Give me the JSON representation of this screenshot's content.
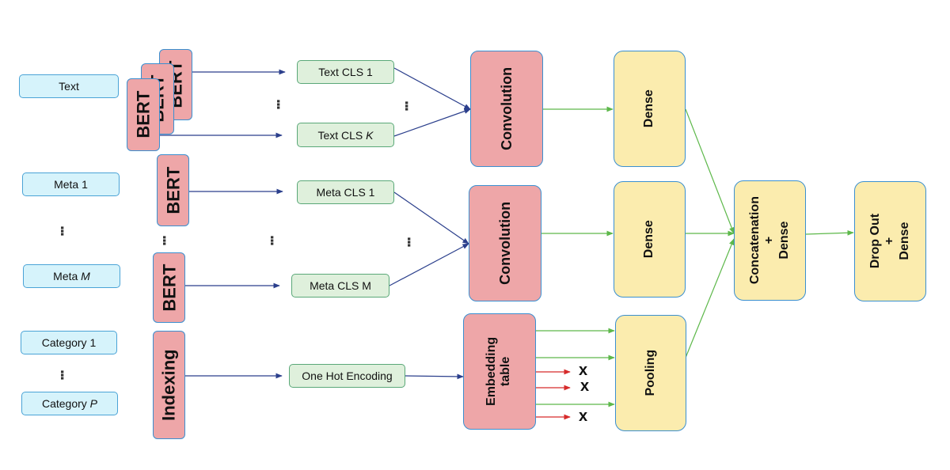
{
  "inputs": {
    "text": "Text",
    "meta_first": "Meta 1",
    "meta_last_prefix": "Meta",
    "meta_last_var": "M",
    "cat_first": "Category 1",
    "cat_last_prefix": "Category",
    "cat_last_var": "P"
  },
  "encoders": {
    "bert": "BERT",
    "indexing": "Indexing"
  },
  "cls": {
    "text_first": "Text CLS 1",
    "text_last_prefix": "Text CLS",
    "text_last_var": "K",
    "meta_first": "Meta CLS 1",
    "meta_last": "Meta CLS M",
    "one_hot": "One Hot Encoding"
  },
  "processing": {
    "convolution": "Convolution",
    "embedding_line1": "Embedding",
    "embedding_line2": "table",
    "dense": "Dense",
    "pooling": "Pooling"
  },
  "fusion": {
    "concat_line1": "Concatenation",
    "plus": "+",
    "concat_line2": "Dense",
    "dropout_line1": "Drop Out",
    "dropout_line2": "Dense"
  },
  "ellipsis": "...",
  "dropped_mark": "x",
  "colors": {
    "input_fill": "#d6f3fb",
    "cls_fill": "#dff0dc",
    "encoder_fill": "#eea6a8",
    "layer_fill": "#fbecae",
    "blue_arrow": "#2b3f8c",
    "green_arrow": "#5db84a",
    "red_arrow": "#d62a2a"
  }
}
